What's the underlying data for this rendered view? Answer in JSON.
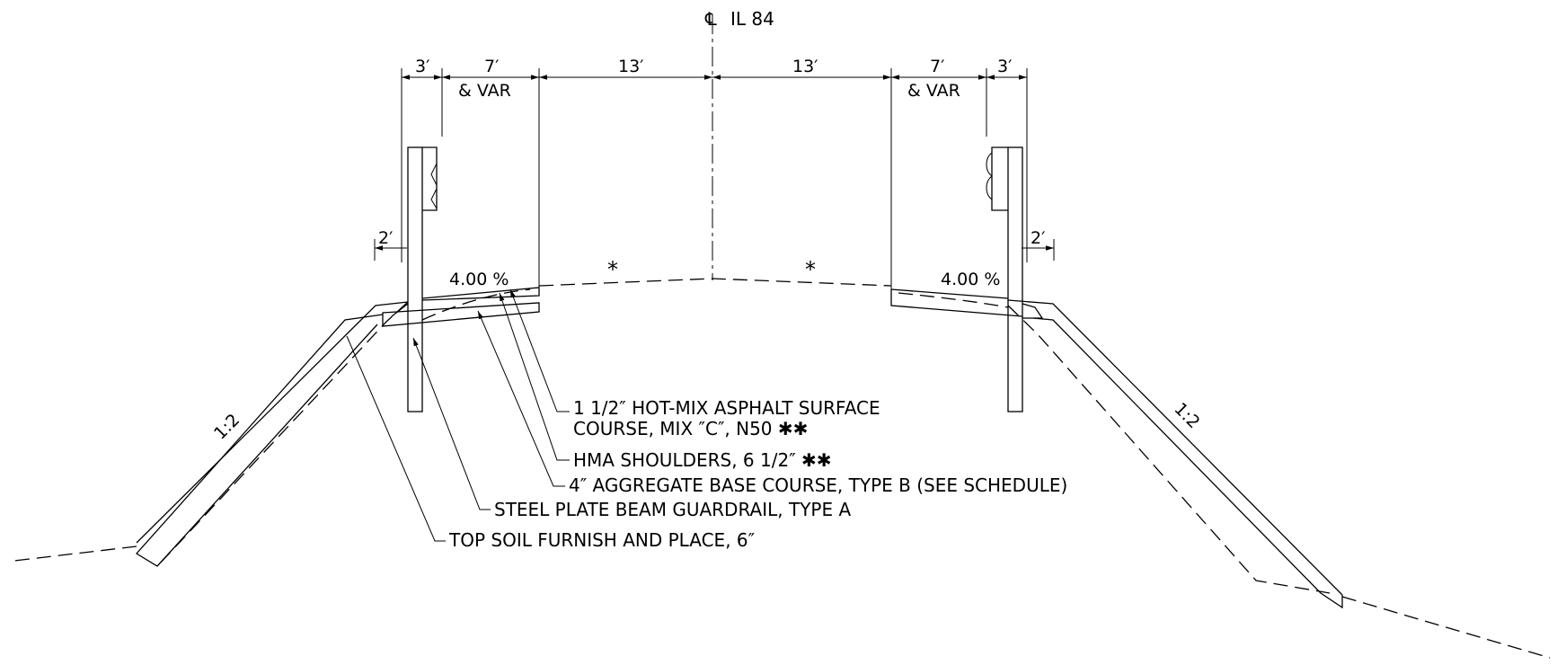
{
  "centerline": {
    "symbol": "℄",
    "label": "IL 84"
  },
  "dimensions": {
    "left_outer": "3′",
    "left_shoulder": "7′",
    "left_shoulder_var": "& VAR",
    "left_lane": "13′",
    "right_lane": "13′",
    "right_shoulder": "7′",
    "right_shoulder_var": "& VAR",
    "right_outer": "3′",
    "left_offset": "2′",
    "right_offset": "2′"
  },
  "slopes": {
    "left_cross": "4.00 %",
    "right_cross": "4.00 %",
    "left_side": "1:2",
    "right_side": "1:2"
  },
  "marks": {
    "left_lane": "*",
    "right_lane": "*"
  },
  "callouts": {
    "surface_line1": "1 1/2″ HOT-MIX ASPHALT SURFACE",
    "surface_line2": "COURSE, MIX ″C″, N50 ✱✱",
    "shoulders": "HMA SHOULDERS, 6 1/2″ ✱✱",
    "base": "4″ AGGREGATE BASE COURSE, TYPE B (SEE SCHEDULE)",
    "guardrail": "STEEL PLATE BEAM GUARDRAIL, TYPE A",
    "topsoil": "TOP SOIL FURNISH AND PLACE, 6″"
  }
}
